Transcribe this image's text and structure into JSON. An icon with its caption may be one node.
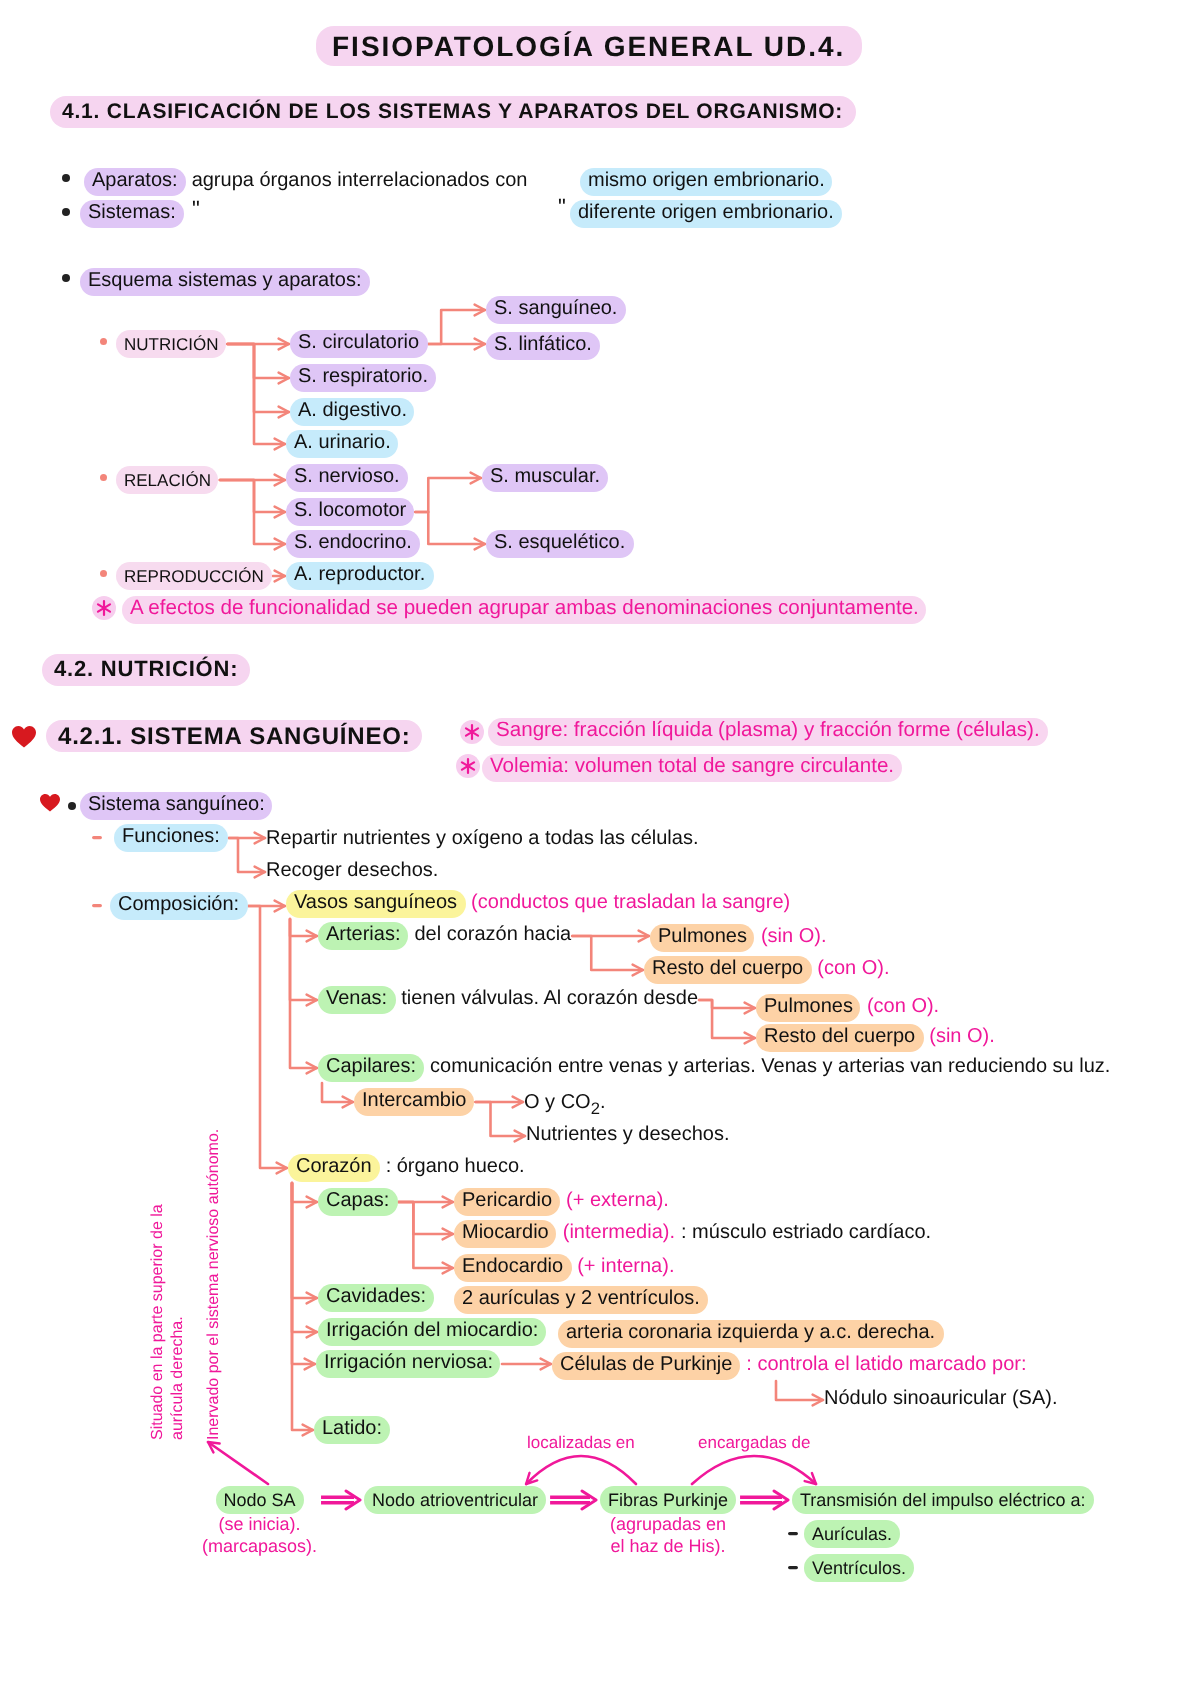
{
  "diagram": {
    "title": "FISIOPATOLOGÍA GENERAL UD.4.",
    "nodes": [
      {
        "text": [
          "4.1. CLASIFICACIÓN DE LOS SISTEMAS Y APARATOS DEL ORGANISMO:"
        ]
      },
      {
        "text": [
          "Aparatos:"
        ],
        "beside": [
          "agrupa órganos interrelacionados con"
        ]
      },
      {
        "text": [
          "mismo origen embrionario."
        ]
      },
      {
        "text": [
          "Sistemas:"
        ]
      },
      {
        "text": [
          "diferente origen embrionario."
        ]
      },
      {
        "text": [
          "Esquema sistemas y aparatos:"
        ]
      },
      {
        "text": [
          "NUTRICIÓN"
        ]
      },
      {
        "text": [
          "S. circulatorio"
        ]
      },
      {
        "text": [
          "S. sanguíneo."
        ]
      },
      {
        "text": [
          "S. linfático."
        ]
      },
      {
        "text": [
          "S. respiratorio."
        ]
      },
      {
        "text": [
          "A. digestivo."
        ]
      },
      {
        "text": [
          "A. urinario."
        ]
      },
      {
        "text": [
          "RELACIÓN"
        ]
      },
      {
        "text": [
          "S. nervioso."
        ]
      },
      {
        "text": [
          "S. locomotor"
        ]
      },
      {
        "text": [
          "S. muscular."
        ]
      },
      {
        "text": [
          "S. esquelético."
        ]
      },
      {
        "text": [
          "S. endocrino."
        ]
      },
      {
        "text": [
          "REPRODUCCIÓN"
        ]
      },
      {
        "text": [
          "A. reproductor."
        ]
      },
      {
        "text": [
          "A efectos de funcionalidad se pueden agrupar ambas denominaciones conjuntamente."
        ]
      },
      {
        "text": [
          "4.2. NUTRICIÓN:"
        ]
      },
      {
        "text": [
          "4.2.1. SISTEMA SANGUÍNEO:"
        ]
      },
      {
        "text": [
          "Sangre: fracción líquida (plasma) y fracción forme (células)."
        ]
      },
      {
        "text": [
          "Volemia: volumen total de sangre circulante."
        ]
      },
      {
        "text": [
          "Sistema sanguíneo:"
        ]
      },
      {
        "text": [
          "Funciones:"
        ]
      },
      {
        "text": [
          "Repartir nutrientes y oxígeno a todas las células."
        ]
      },
      {
        "text": [
          "Recoger desechos."
        ]
      },
      {
        "text": [
          "Composición:"
        ]
      },
      {
        "text": [
          "Vasos sanguíneos"
        ],
        "beside": [
          "(conductos que trasladan la sangre)"
        ]
      },
      {
        "text": [
          "Arterias:"
        ],
        "beside": [
          "del corazón hacia"
        ]
      },
      {
        "text": [
          "Pulmones"
        ],
        "beside": [
          "(sin O)."
        ]
      },
      {
        "text": [
          "Resto del cuerpo"
        ],
        "beside": [
          "(con O)."
        ]
      },
      {
        "text": [
          "Venas:"
        ],
        "beside": [
          "tienen válvulas. Al corazón desde"
        ]
      },
      {
        "text": [
          "Pulmones"
        ],
        "beside": [
          "(con O)."
        ]
      },
      {
        "text": [
          "Resto del cuerpo"
        ],
        "beside": [
          "(sin O)."
        ]
      },
      {
        "text": [
          "Capilares:"
        ],
        "beside": [
          "comunicación entre venas y arterias. Venas y arterias van reduciendo su luz."
        ]
      },
      {
        "text": [
          "Intercambio"
        ]
      },
      {
        "text": [
          "O y CO$_{2}$."
        ]
      },
      {
        "text": [
          "Nutrientes y desechos."
        ]
      },
      {
        "text": [
          "Corazón"
        ],
        "beside": [
          ": órgano hueco."
        ]
      },
      {
        "text": [
          "Capas:"
        ]
      },
      {
        "text": [
          "Pericardio"
        ],
        "beside": [
          "(+ externa)."
        ]
      },
      {
        "text": [
          "Miocardio"
        ],
        "beside": [
          "(intermedia).",
          ": músculo estriado cardíaco."
        ]
      },
      {
        "text": [
          "Endocardio"
        ],
        "beside": [
          "(+ interna)."
        ]
      },
      {
        "text": [
          "Cavidades:"
        ]
      },
      {
        "text": [
          "2 aurículas y 2 ventrículos."
        ]
      },
      {
        "text": [
          "Irrigación del miocardio:"
        ]
      },
      {
        "text": [
          "arteria coronaria izquierda y a.c. derecha."
        ]
      },
      {
        "text": [
          "Irrigación nerviosa:"
        ]
      },
      {
        "text": [
          "Células de Purkinje"
        ],
        "beside": [
          ": controla el latido marcado por:"
        ]
      },
      {
        "text": [
          "Nódulo sinoauricular (SA)."
        ]
      },
      {
        "text": [
          "Latido:"
        ]
      },
      {
        "text": [
          "Situado en la parte superior de la aurícula derecha.",
          "Inervado por el sistema nervioso autónomo."
        ]
      },
      {
        "text": [
          "Nodo SA"
        ],
        "beside": [
          "(se inicia).",
          "(marcapasos)."
        ]
      },
      {
        "text": [
          "Nodo atrioventricular"
        ]
      },
      {
        "text": [
          "Fibras Purkinje"
        ],
        "beside": [
          "(agrupadas en el haz de His)."
        ]
      },
      {
        "text": [
          "Transmisión del impulso eléctrico a:"
        ]
      },
      {
        "text": [
          "Aurículas."
        ]
      },
      {
        "text": [
          "Ventrículos."
        ]
      }
    ],
    "edges": [
      {
        "from": 6,
        "to": 7,
        "arrow": "to"
      },
      {
        "from": 7,
        "to": 8,
        "arrow": "to"
      },
      {
        "from": 7,
        "to": 9,
        "arrow": "to"
      },
      {
        "from": 6,
        "to": 10,
        "arrow": "to"
      },
      {
        "from": 6,
        "to": 11,
        "arrow": "to"
      },
      {
        "from": 6,
        "to": 12,
        "arrow": "to"
      },
      {
        "from": 13,
        "to": 14,
        "arrow": "to"
      },
      {
        "from": 13,
        "to": 15,
        "arrow": "to"
      },
      {
        "from": 15,
        "to": 16,
        "arrow": "to"
      },
      {
        "from": 15,
        "to": 17,
        "arrow": "to"
      },
      {
        "from": 13,
        "to": 18,
        "arrow": "to"
      },
      {
        "from": 19,
        "to": 20,
        "arrow": "to"
      },
      {
        "from": 27,
        "to": 28,
        "arrow": "to"
      },
      {
        "from": 27,
        "to": 29,
        "arrow": "to"
      },
      {
        "from": 30,
        "to": 31,
        "arrow": "to"
      },
      {
        "from": 31,
        "to": 32,
        "arrow": "to"
      },
      {
        "from": 32,
        "to": 33,
        "arrow": "to"
      },
      {
        "from": 32,
        "to": 34,
        "arrow": "to"
      },
      {
        "from": 31,
        "to": 35,
        "arrow": "to"
      },
      {
        "from": 35,
        "to": 36,
        "arrow": "to"
      },
      {
        "from": 35,
        "to": 37,
        "arrow": "to"
      },
      {
        "from": 31,
        "to": 38,
        "arrow": "to"
      },
      {
        "from": 38,
        "to": 39,
        "arrow": "to"
      },
      {
        "from": 39,
        "to": 40,
        "arrow": "to"
      },
      {
        "from": 39,
        "to": 41,
        "arrow": "to"
      },
      {
        "from": 30,
        "to": 42,
        "arrow": "to"
      },
      {
        "from": 42,
        "to": 43,
        "arrow": "to"
      },
      {
        "from": 43,
        "to": 44,
        "arrow": "to"
      },
      {
        "from": 43,
        "to": 45,
        "arrow": "to"
      },
      {
        "from": 43,
        "to": 46,
        "arrow": "to"
      },
      {
        "from": 42,
        "to": 47,
        "arrow": "to"
      },
      {
        "from": 42,
        "to": 49,
        "arrow": "to"
      },
      {
        "from": 42,
        "to": 51,
        "arrow": "to"
      },
      {
        "from": 51,
        "to": 52,
        "arrow": "to"
      },
      {
        "from": 52,
        "to": 53,
        "arrow": "to"
      },
      {
        "from": 42,
        "to": 54,
        "arrow": "to"
      },
      {
        "from": 56,
        "to": 55,
        "arrow": "to",
        "color": "#f0189a"
      },
      {
        "from": 56,
        "to": 57,
        "arrow": "to",
        "color": "#f0189a"
      },
      {
        "from": 57,
        "to": 58,
        "arrow": "to",
        "color": "#f0189a"
      },
      {
        "from": 58,
        "to": 57,
        "arrow": "to",
        "label": "localizadas en",
        "color": "#f0189a"
      },
      {
        "from": 58,
        "to": 59,
        "arrow": "to",
        "color": "#f0189a"
      },
      {
        "from": 58,
        "to": 59,
        "arrow": "to",
        "label": "encargadas de",
        "color": "#f0189a"
      }
    ],
    "labels": [
      "\"",
      "\""
    ]
  }
}
